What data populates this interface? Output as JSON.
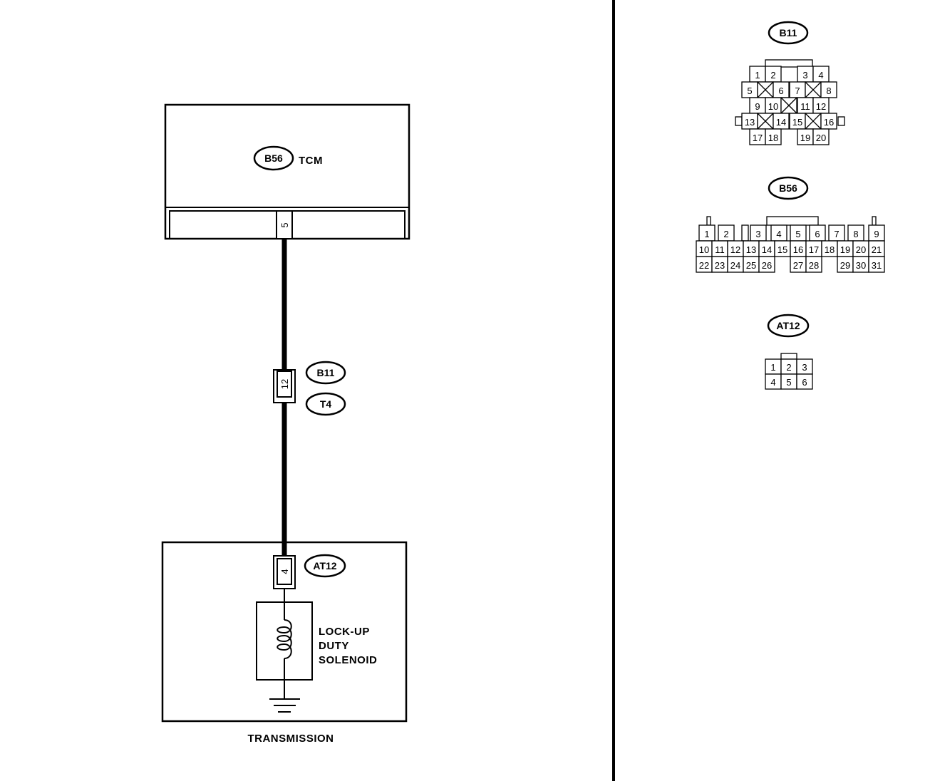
{
  "tcm": {
    "connector": "B56",
    "label": "TCM",
    "pin": "5"
  },
  "joint": {
    "connector_upper": "B11",
    "connector_lower": "T4",
    "pin": "12"
  },
  "transmission": {
    "connector": "AT12",
    "pin": "4",
    "solenoid_lines": [
      "LOCK-UP",
      "DUTY",
      "SOLENOID"
    ],
    "label": "TRANSMISSION"
  },
  "connector_views": [
    {
      "id": "B11",
      "rows": [
        [
          "1",
          "2",
          "",
          "3",
          "4"
        ],
        [
          "5",
          "X",
          "6",
          "7",
          "X",
          "8"
        ],
        [
          "9",
          "10",
          "X",
          "11",
          "12"
        ],
        [
          "13",
          "X",
          "14",
          "15",
          "X",
          "16"
        ],
        [
          "17",
          "18",
          "",
          "19",
          "20"
        ]
      ]
    },
    {
      "id": "B56",
      "rows": [
        [
          "1",
          "2",
          "",
          "3",
          "4",
          "5",
          "6",
          "7",
          "8",
          "9"
        ],
        [
          "10",
          "11",
          "12",
          "13",
          "14",
          "15",
          "16",
          "17",
          "18",
          "19",
          "20",
          "21"
        ],
        [
          "22",
          "23",
          "24",
          "25",
          "26",
          "",
          "27",
          "28",
          "",
          "29",
          "30",
          "31"
        ]
      ]
    },
    {
      "id": "AT12",
      "rows": [
        [
          "1",
          "2",
          "3"
        ],
        [
          "4",
          "5",
          "6"
        ]
      ]
    }
  ]
}
